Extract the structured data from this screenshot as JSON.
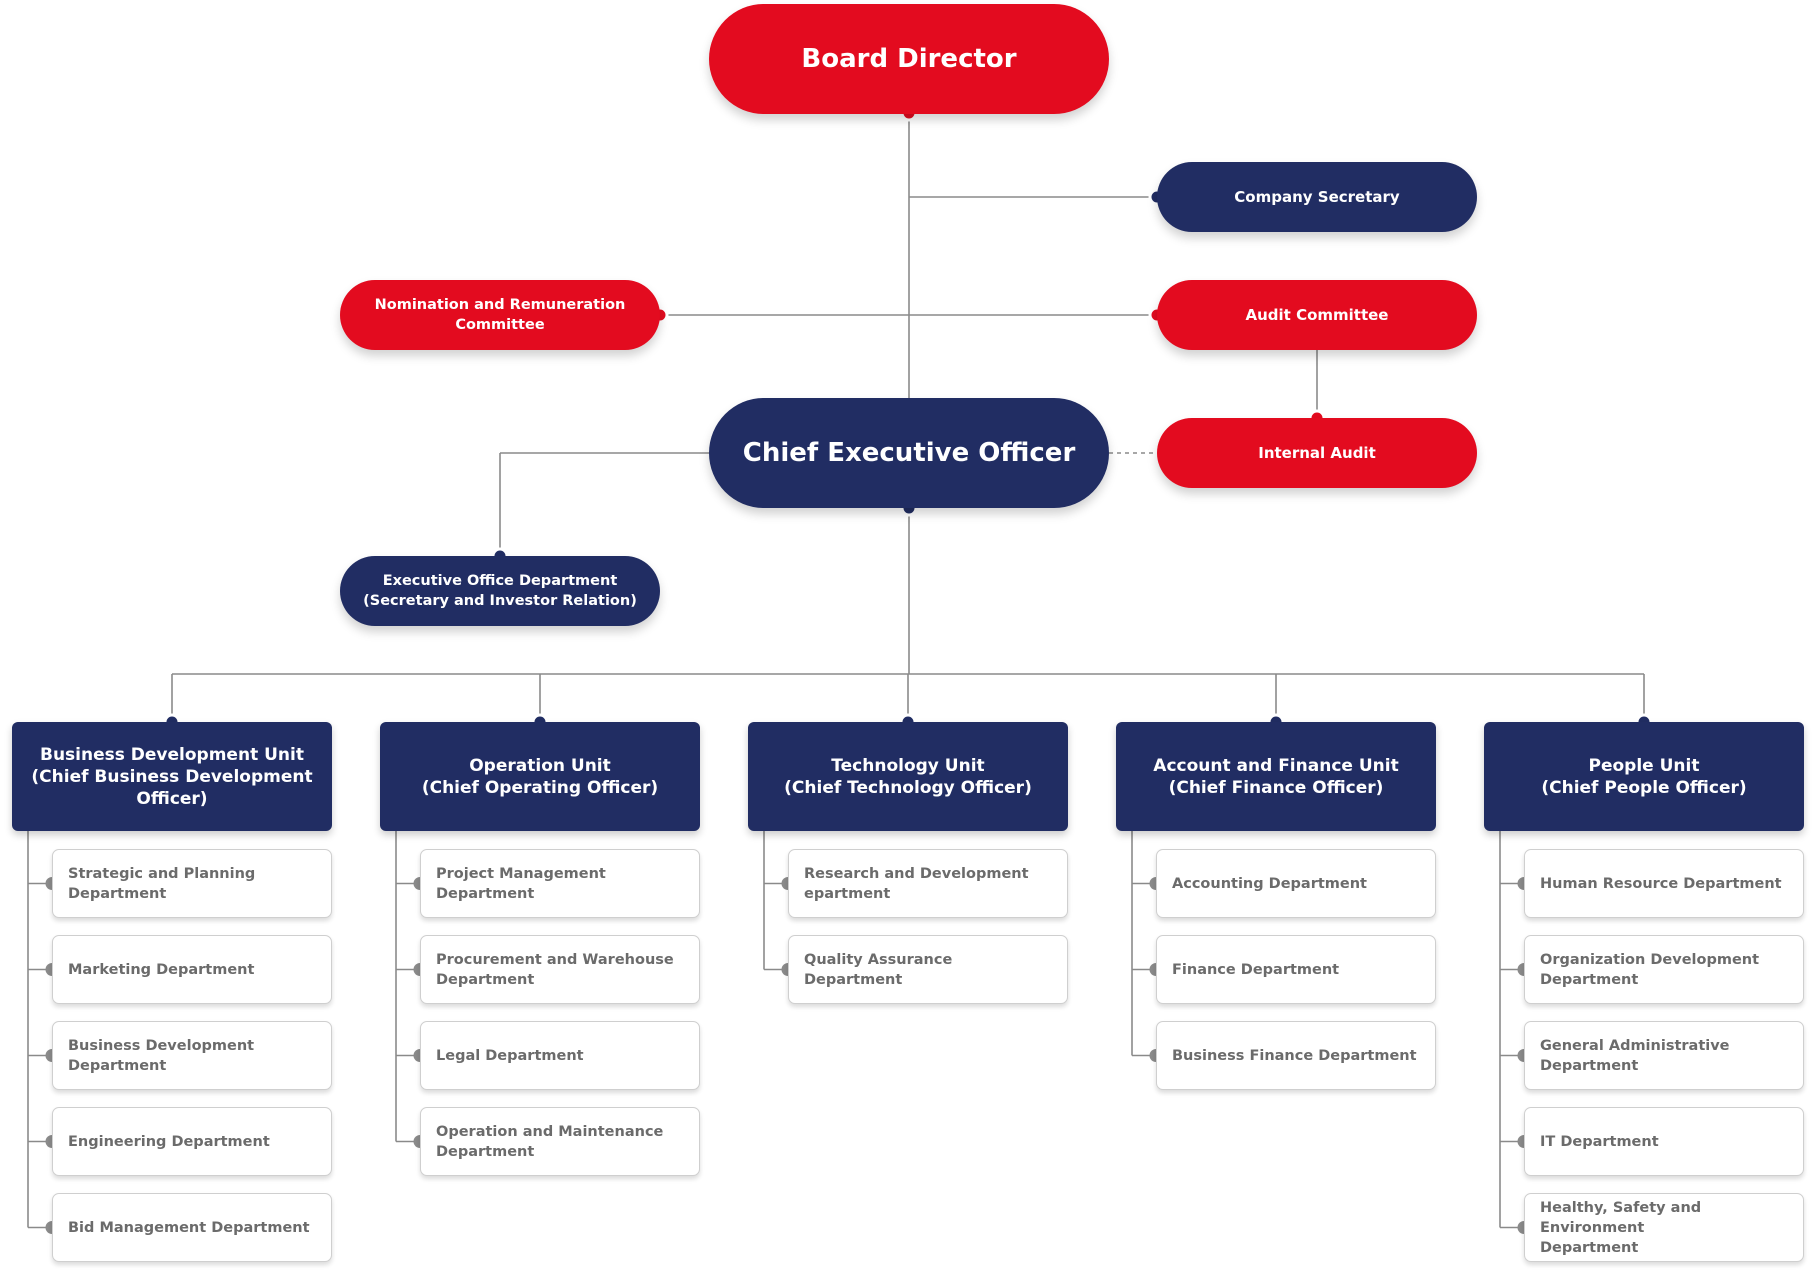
{
  "colors": {
    "red": "#e30b1f",
    "navy": "#212d63",
    "line": "#8a8a8a",
    "dept_text": "#6b6b6b"
  },
  "board": "Board Director",
  "company_secretary": "Company Secretary",
  "nomination_committee": "Nomination and Remuneration\nCommittee",
  "audit_committee": "Audit Committee",
  "ceo": "Chief Executive Officer",
  "internal_audit": "Internal Audit",
  "executive_office": "Executive Office Department\n(Secretary and Investor Relation)",
  "units": [
    {
      "title": "Business Development Unit\n(Chief Business Development Officer)",
      "departments": [
        "Strategic and Planning\nDepartment",
        "Marketing Department",
        "Business Development\nDepartment",
        "Engineering Department",
        "Bid Management Department"
      ]
    },
    {
      "title": "Operation Unit\n(Chief Operating Officer)",
      "departments": [
        "Project Management Department",
        "Procurement and Warehouse\nDepartment",
        "Legal Department",
        "Operation and Maintenance\nDepartment"
      ]
    },
    {
      "title": "Technology Unit\n(Chief Technology Officer)",
      "departments": [
        "Research and Development\nepartment",
        "Quality Assurance Department"
      ]
    },
    {
      "title": "Account and Finance Unit\n(Chief Finance Officer)",
      "departments": [
        "Accounting Department",
        "Finance Department",
        "Business Finance Department"
      ]
    },
    {
      "title": "People Unit\n(Chief People Officer)",
      "departments": [
        "Human Resource Department",
        "Organization Development\nDepartment",
        "General Administrative\nDepartment",
        "IT Department",
        "Healthy, Safety and Environment\nDepartment"
      ]
    }
  ]
}
